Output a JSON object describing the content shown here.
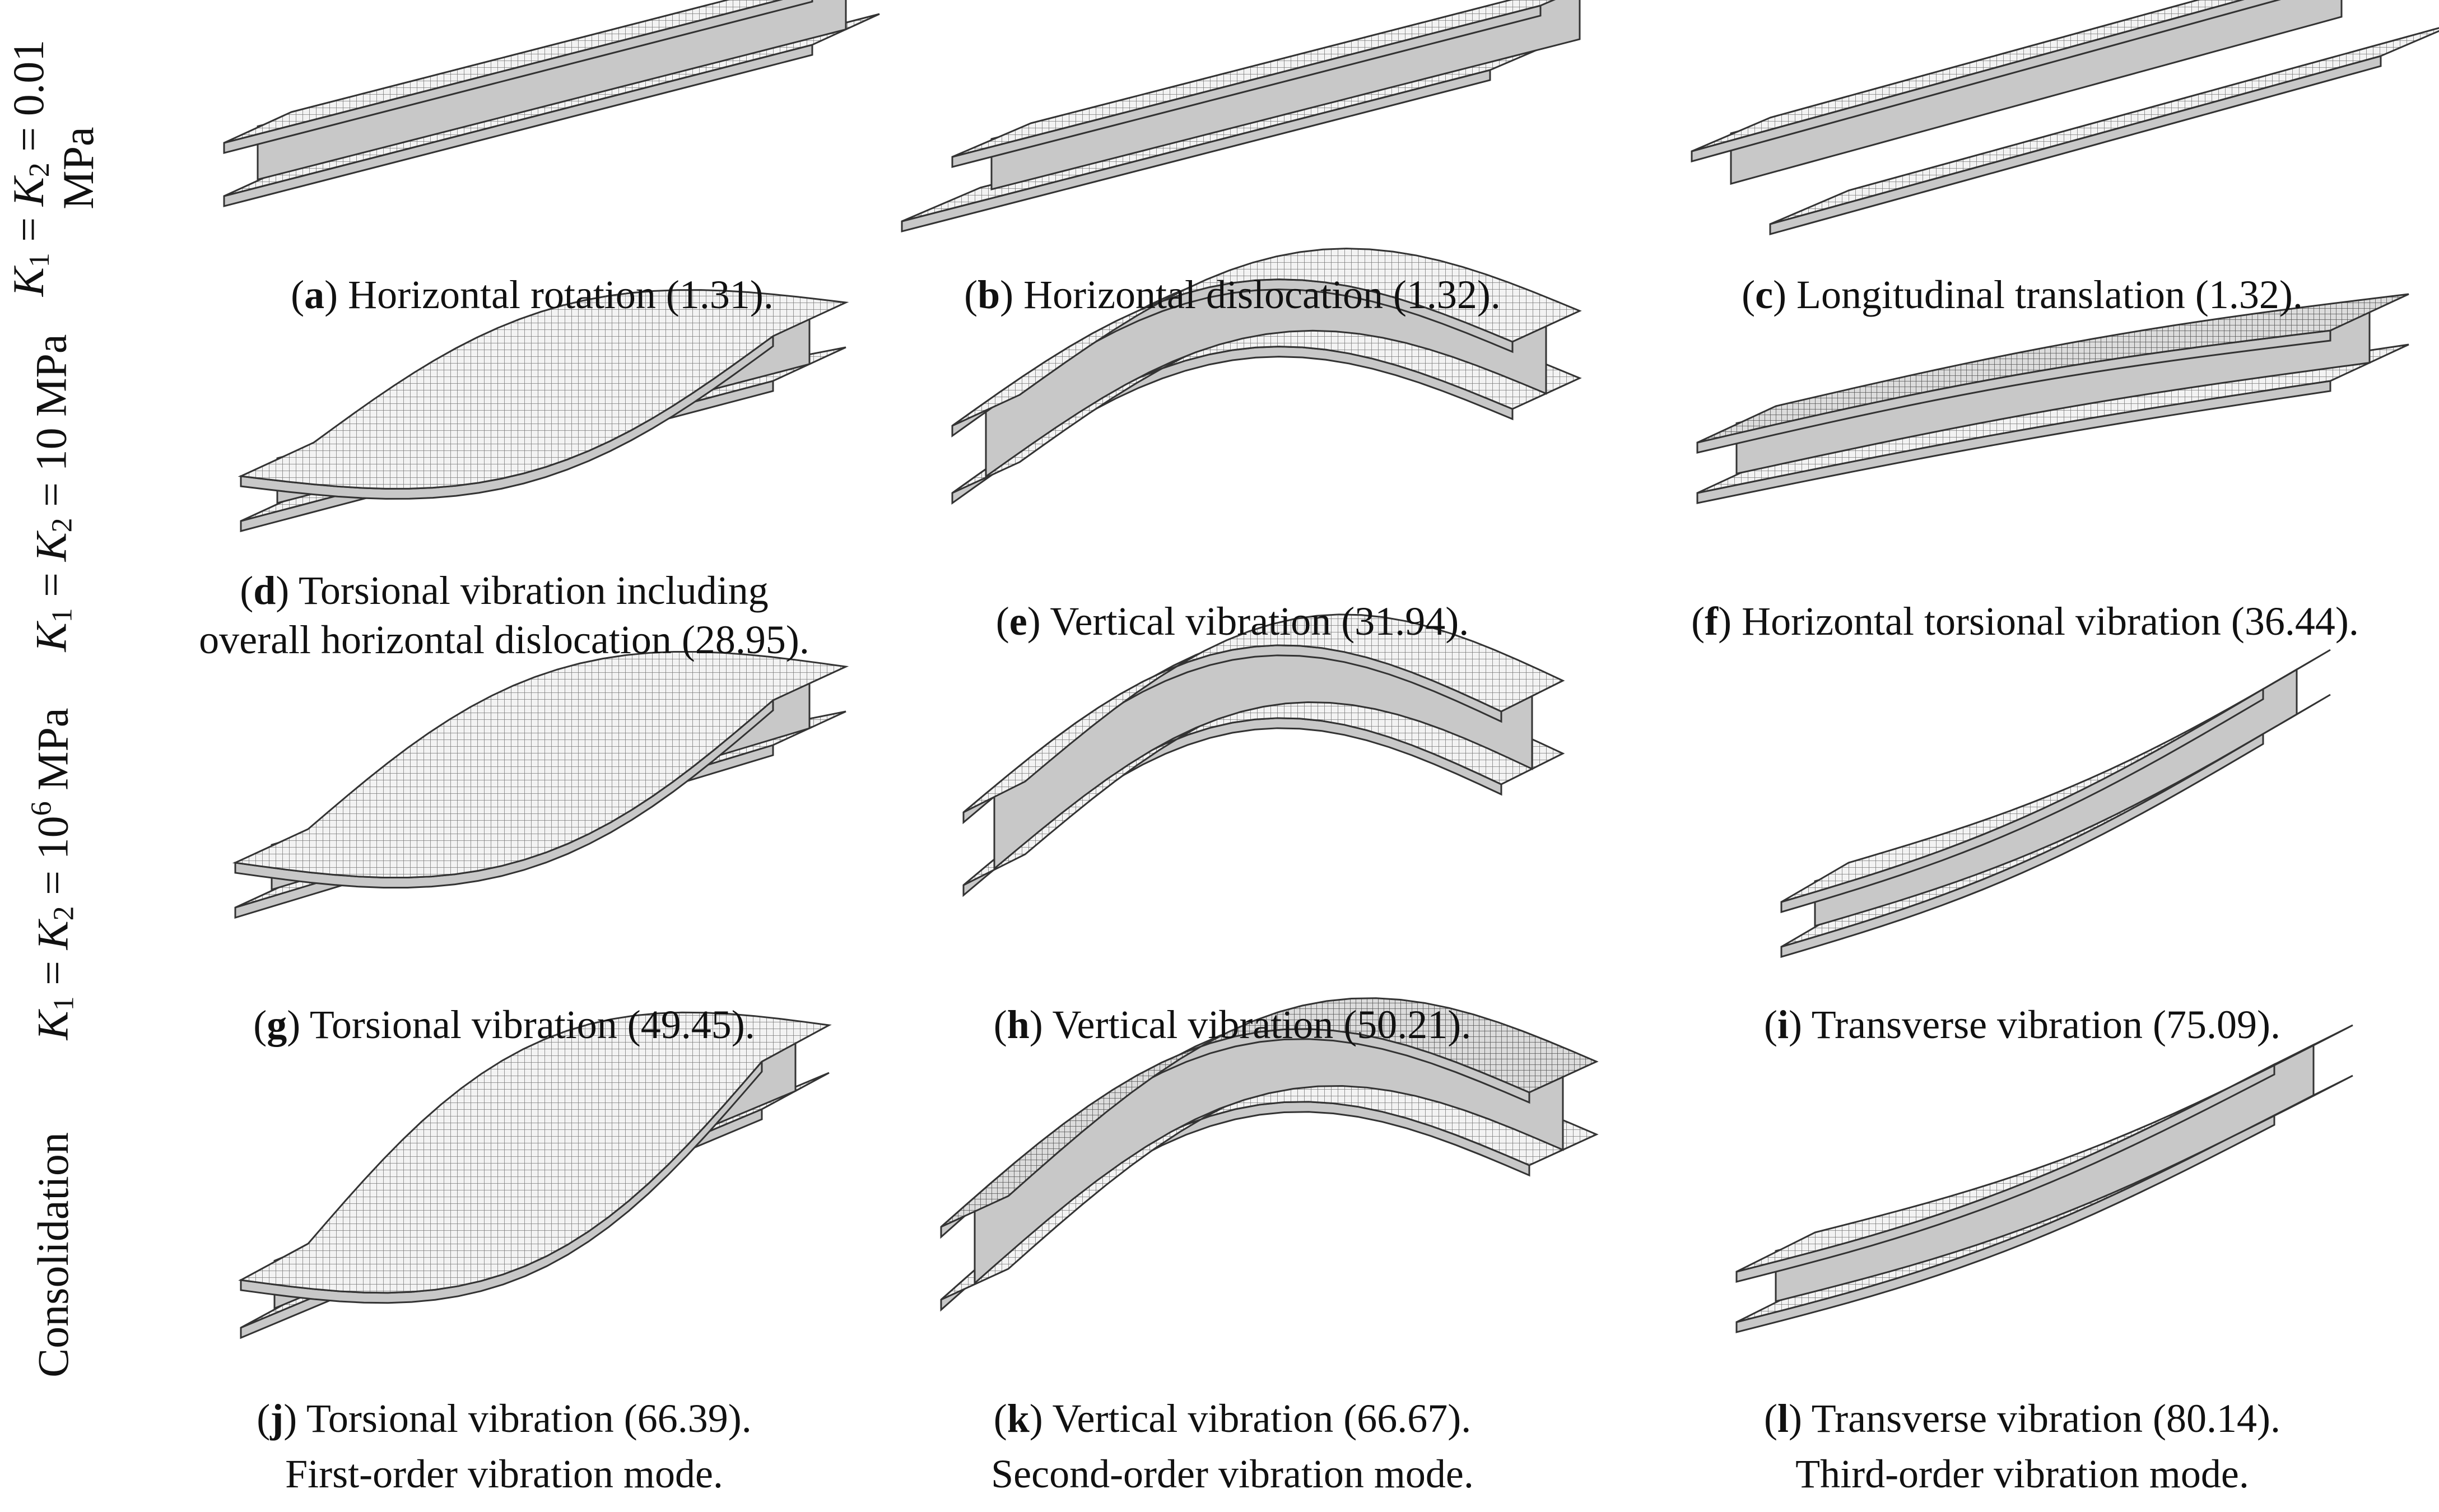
{
  "rows": [
    {
      "label_var1": "K",
      "label_sub1": "1",
      "label_var2": "K",
      "label_sub2": "2",
      "label_value": "0.01",
      "label_unit": "MPa"
    },
    {
      "label_var1": "K",
      "label_sub1": "1",
      "label_var2": "K",
      "label_sub2": "2",
      "label_value": "10",
      "label_unit": "MPa"
    },
    {
      "label_var1": "K",
      "label_sub1": "1",
      "label_var2": "K",
      "label_sub2": "2",
      "label_base": "10",
      "label_exp": "6",
      "label_unit": "MPa"
    },
    {
      "label_text": "Consolidation"
    }
  ],
  "panels": [
    {
      "letter": "a",
      "text": "Horizontal rotation (1.31)."
    },
    {
      "letter": "b",
      "text": "Horizontal dislocation (1.32)."
    },
    {
      "letter": "c",
      "text": "Longitudinal translation (1.32)."
    },
    {
      "letter": "d",
      "line1": "Torsional vibration including",
      "line2": "overall horizontal dislocation (28.95)."
    },
    {
      "letter": "e",
      "text": "Vertical vibration (31.94)."
    },
    {
      "letter": "f",
      "text": "Horizontal torsional vibration (36.44)."
    },
    {
      "letter": "g",
      "text": "Torsional vibration (49.45)."
    },
    {
      "letter": "h",
      "text": "Vertical vibration (50.21)."
    },
    {
      "letter": "i",
      "text": "Transverse vibration (75.09)."
    },
    {
      "letter": "j",
      "text": "Torsional vibration (66.39)."
    },
    {
      "letter": "k",
      "text": "Vertical vibration (66.67)."
    },
    {
      "letter": "l",
      "text": "Transverse vibration (80.14)."
    }
  ],
  "columns": [
    {
      "order_label": "First-order vibration mode."
    },
    {
      "order_label": "Second-order vibration mode."
    },
    {
      "order_label": "Third-order vibration mode."
    }
  ],
  "colors": {
    "mesh_stroke": "#6a6a6a",
    "flange_fill": "#f2f2f2",
    "web_fill": "#c8c8c8",
    "outline": "#333333"
  }
}
